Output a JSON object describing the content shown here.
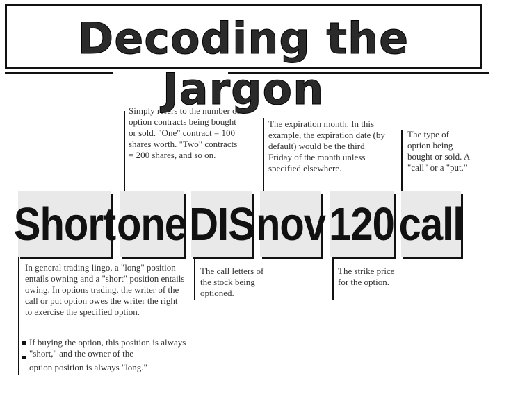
{
  "title": "Decoding the Jargon",
  "words": [
    "Short",
    "one",
    "DIS",
    "nov",
    "120",
    "call"
  ],
  "notes_above": {
    "one": "Simply refers to the number of option contracts being bought or sold. \"One\" contract = 100 shares worth. \"Two\" contracts = 200 shares, and so on.",
    "nov": "The expiration month. In this example, the expiration date (by default) would be the third Friday of the month unless specified elsewhere.",
    "call": "The type of option being bought or sold. A \"call\" or a \"put.\""
  },
  "notes_below": {
    "short": "In general trading lingo, a \"long\" position entails owning and a \"short\" position entails owing. In options trading, the writer of the call or put option owes the writer the right to exercise the specified option.",
    "short_bullet_1": "If buying the option, this position is always \"short,\" and the owner of the",
    "short_bullet_2": "option position is always \"long.\"",
    "dis": "The call letters of the stock being optioned.",
    "strike": "The strike price for the option."
  }
}
